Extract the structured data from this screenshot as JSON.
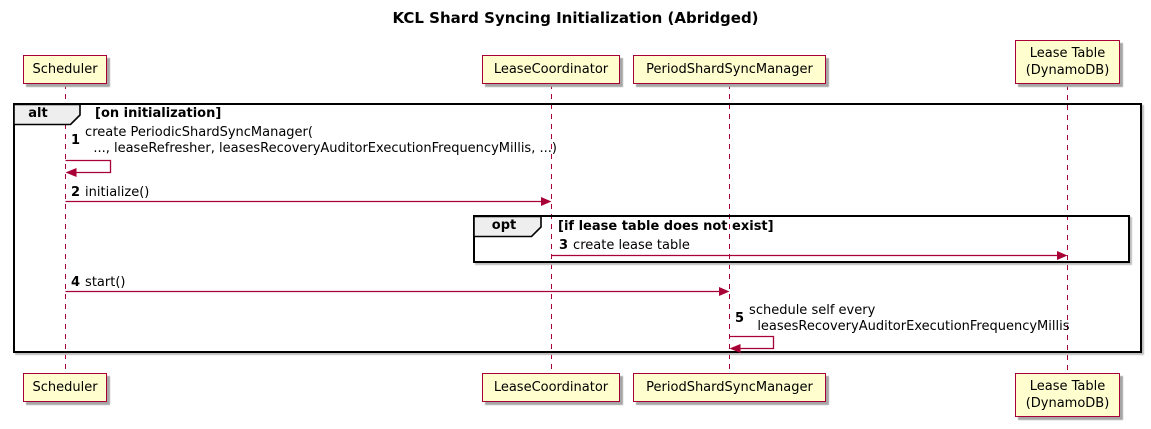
{
  "title": "KCL Shard Syncing Initialization (Abridged)",
  "diagram_type": "sequence",
  "participants": [
    {
      "name": "Scheduler"
    },
    {
      "name": "LeaseCoordinator"
    },
    {
      "name": "PeriodShardSyncManager"
    },
    {
      "name": "Lease Table\n(DynamoDB)"
    }
  ],
  "frames": {
    "alt": {
      "operator": "alt",
      "condition": "[on initialization]"
    },
    "opt": {
      "operator": "opt",
      "condition": "[if lease table does not exist]"
    }
  },
  "messages": [
    {
      "seq": "1",
      "from": "Scheduler",
      "to": "Scheduler",
      "text": "create PeriodicShardSyncManager(\n  ..., leaseRefresher, leasesRecoveryAuditorExecutionFrequencyMillis, ...)"
    },
    {
      "seq": "2",
      "from": "Scheduler",
      "to": "LeaseCoordinator",
      "text": "initialize()"
    },
    {
      "seq": "3",
      "from": "LeaseCoordinator",
      "to": "Lease Table (DynamoDB)",
      "text": "create lease table"
    },
    {
      "seq": "4",
      "from": "Scheduler",
      "to": "PeriodShardSyncManager",
      "text": "start()"
    },
    {
      "seq": "5",
      "from": "PeriodShardSyncManager",
      "to": "PeriodShardSyncManager",
      "text": "schedule self every\n  leasesRecoveryAuditorExecutionFrequencyMillis"
    }
  ],
  "colors": {
    "participant_fill": "#FEFECE",
    "participant_border": "#A80036",
    "arrow": "#A80036",
    "lifeline": "#A80036",
    "frame_border": "#000000",
    "frame_label_fill": "#EEEEEE"
  }
}
